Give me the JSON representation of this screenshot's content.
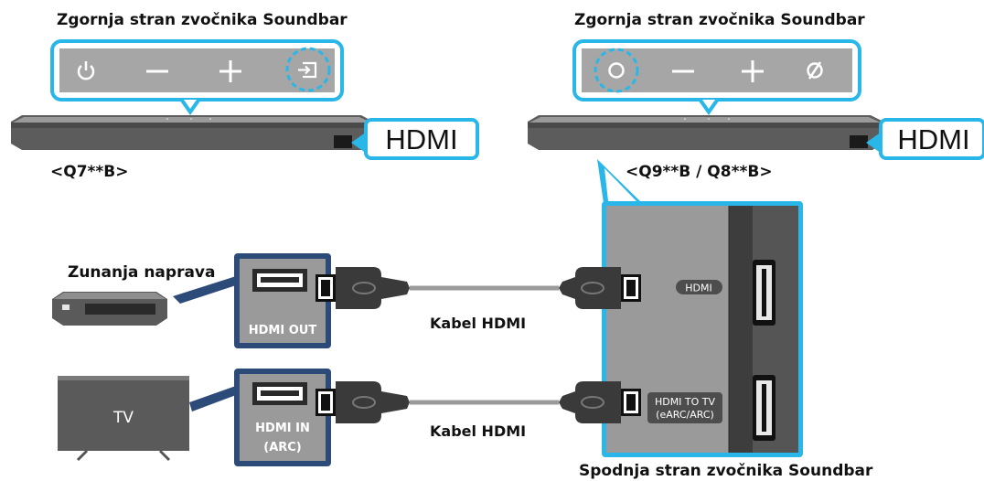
{
  "soundbar_q7": {
    "top_label": "Zgornja stran zvočnika Soundbar",
    "model": "<Q7**B>",
    "port_callout": "HDMI",
    "buttons": [
      "power-icon",
      "volume-down-icon",
      "volume-up-icon",
      "source-icon"
    ],
    "highlighted_button": "source-icon"
  },
  "soundbar_q9": {
    "top_label": "Zgornja stran zvočnika Soundbar",
    "model": "<Q9**B / Q8**B>",
    "port_callout": "HDMI",
    "buttons": [
      "multi-function-icon",
      "volume-down-icon",
      "volume-up-icon",
      "mic-off-icon"
    ],
    "highlighted_button": "multi-function-icon"
  },
  "external_device": {
    "label": "Zunanja naprava",
    "port_label": "HDMI OUT"
  },
  "tv": {
    "label": "TV",
    "port_label_line1": "HDMI IN",
    "port_label_line2": "(ARC)"
  },
  "cables": {
    "top_label": "Kabel HDMI",
    "bottom_label": "Kabel HDMI"
  },
  "bottom_panel": {
    "label": "Spodnja stran zvočnika Soundbar",
    "port_hdmi": "HDMI",
    "port_tv_line1": "HDMI TO TV",
    "port_tv_line2": "(eARC/ARC)"
  },
  "colors": {
    "accent_cyan": "#29b6e8",
    "accent_navy": "#2c4b79",
    "panel_gray": "#9a9a9a",
    "dark_gray": "#3c3c3c"
  }
}
